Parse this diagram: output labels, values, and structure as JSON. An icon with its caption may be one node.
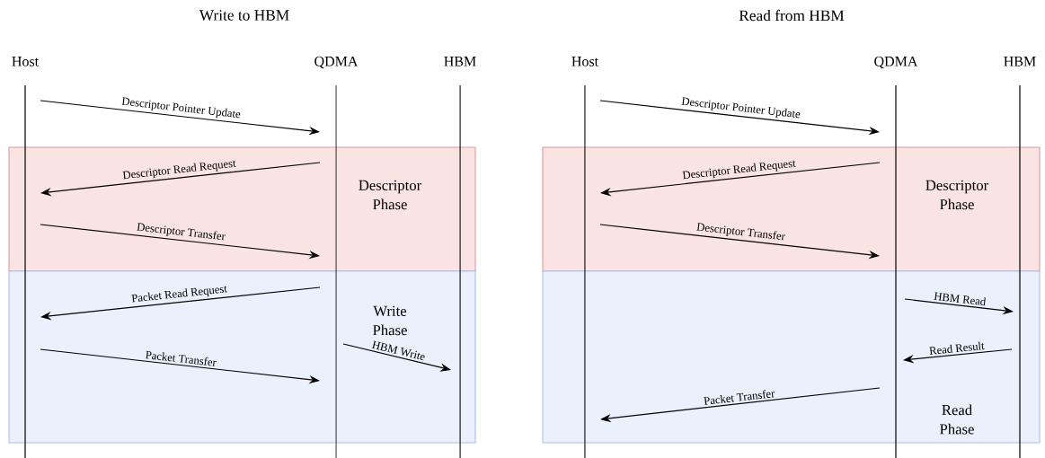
{
  "diagram": {
    "nodes": [
      {
        "text": [
          "Host"
        ]
      },
      {
        "text": [
          "QDMA"
        ]
      },
      {
        "text": [
          "HBM"
        ]
      },
      {
        "text": [
          "Host"
        ]
      },
      {
        "text": [
          "QDMA"
        ]
      },
      {
        "text": [
          "HBM"
        ]
      }
    ],
    "edges": [
      {
        "from": 0,
        "to": 1,
        "arrow": "to",
        "label": "Descriptor Pointer Update"
      },
      {
        "from": 1,
        "to": 0,
        "arrow": "to",
        "label": "Descriptor Read Request"
      },
      {
        "from": 0,
        "to": 1,
        "arrow": "to",
        "label": "Descriptor Transfer"
      },
      {
        "from": 1,
        "to": 0,
        "arrow": "to",
        "label": "Packet Read Request"
      },
      {
        "from": 0,
        "to": 1,
        "arrow": "to",
        "label": "Packet Transfer"
      },
      {
        "from": 1,
        "to": 2,
        "arrow": "to",
        "label": "HBM Write"
      },
      {
        "from": 3,
        "to": 4,
        "arrow": "to",
        "label": "Descriptor Pointer Update"
      },
      {
        "from": 4,
        "to": 3,
        "arrow": "to",
        "label": "Descriptor Read Request"
      },
      {
        "from": 3,
        "to": 4,
        "arrow": "to",
        "label": "Descriptor Transfer"
      },
      {
        "from": 4,
        "to": 5,
        "arrow": "to",
        "label": "HBM Read"
      },
      {
        "from": 5,
        "to": 4,
        "arrow": "to",
        "label": "Read Result"
      },
      {
        "from": 4,
        "to": 3,
        "arrow": "to",
        "label": "Packet Transfer"
      }
    ],
    "labels": [
      "Write to HBM",
      "Read from HBM",
      "Descriptor Phase",
      "Write Phase",
      "Descriptor Phase",
      "Read Phase"
    ]
  }
}
